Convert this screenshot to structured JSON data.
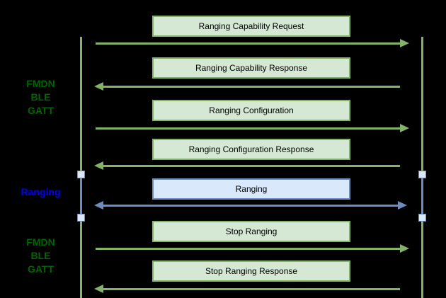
{
  "diagram": {
    "type": "sequence",
    "phase_labels": [
      {
        "id": "fmdn-ble-gatt-top",
        "lines": [
          "FMDN",
          "BLE",
          "GATT"
        ],
        "color": "#006600"
      },
      {
        "id": "ranging",
        "lines": [
          "Ranging"
        ],
        "color": "#0000ff"
      },
      {
        "id": "fmdn-ble-gatt-bottom",
        "lines": [
          "FMDN",
          "BLE",
          "GATT"
        ],
        "color": "#006600"
      }
    ],
    "messages": [
      {
        "label": "Ranging Capability Request",
        "direction": "right",
        "style": "green"
      },
      {
        "label": "Ranging Capability Response",
        "direction": "left",
        "style": "green"
      },
      {
        "label": "Ranging Configuration",
        "direction": "right",
        "style": "green"
      },
      {
        "label": "Ranging Configuration Response",
        "direction": "left",
        "style": "green"
      },
      {
        "label": "Ranging",
        "direction": "both",
        "style": "blue"
      },
      {
        "label": "Stop Ranging",
        "direction": "right",
        "style": "green"
      },
      {
        "label": "Stop Ranging Response",
        "direction": "left",
        "style": "green"
      }
    ],
    "colors": {
      "background": "#000000",
      "green_fill": "#d5e8d4",
      "green_stroke": "#82b366",
      "blue_fill": "#dae8fc",
      "blue_stroke": "#6c8ebf",
      "phase_green": "#006600",
      "phase_blue": "#0000ff",
      "box_text": "#000000"
    }
  }
}
